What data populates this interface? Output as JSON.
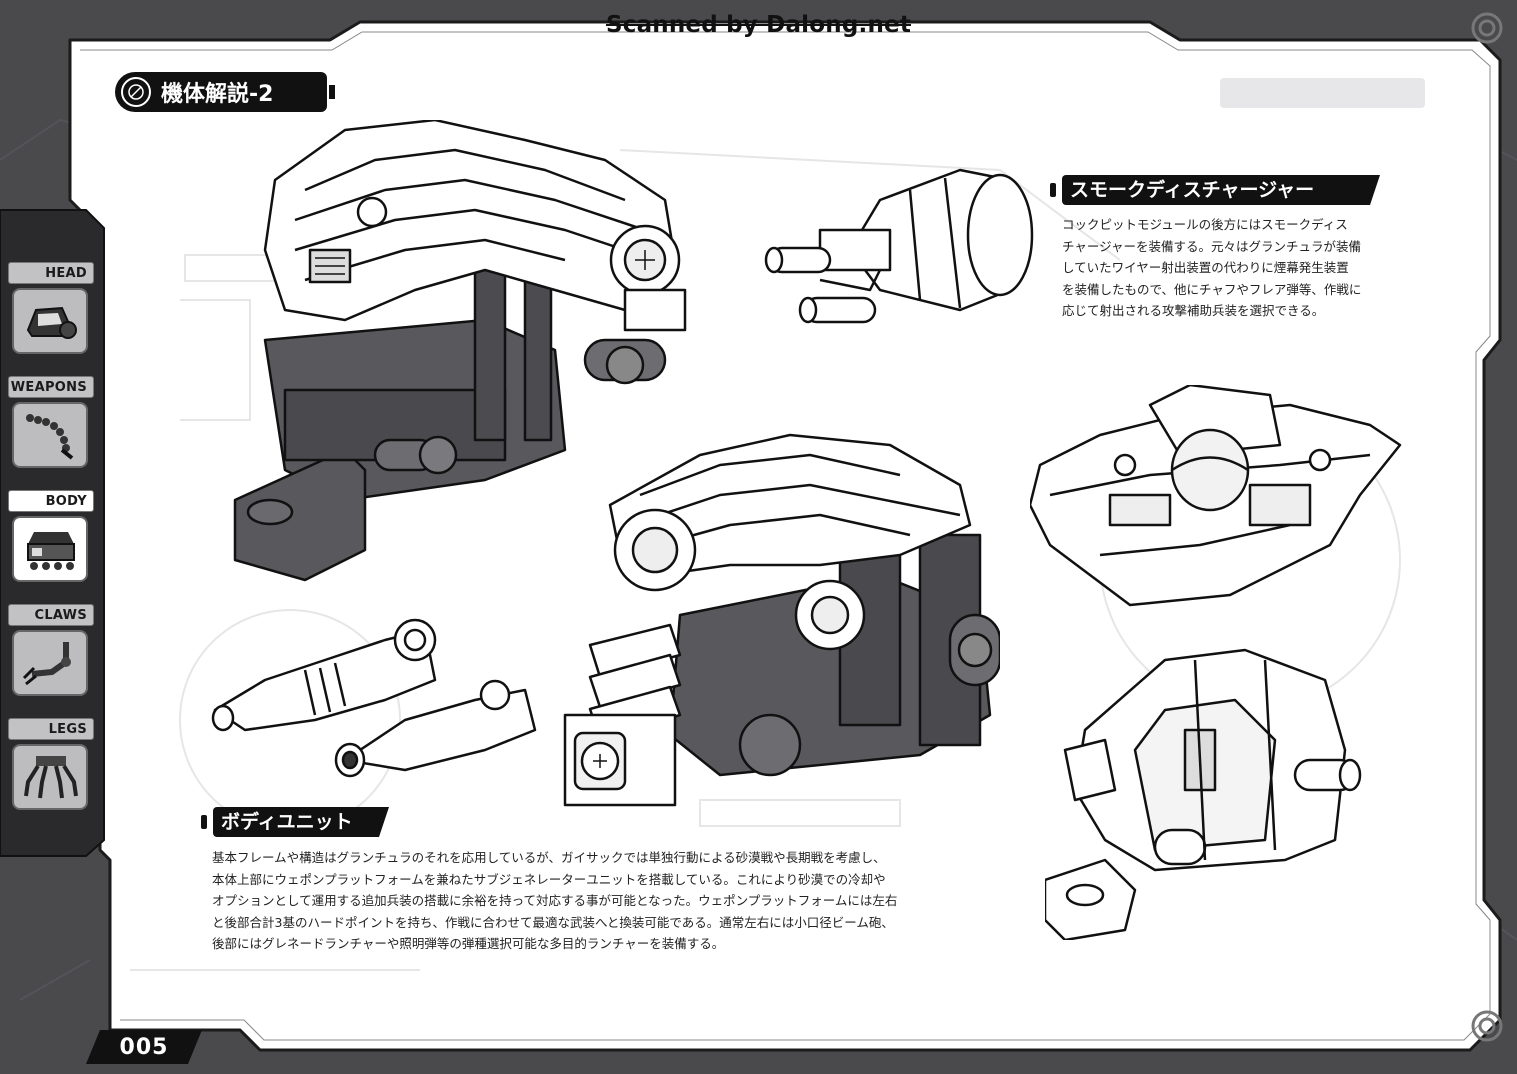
{
  "watermark": "Scanned by Dalong.net",
  "page": {
    "title": "機体解説-2",
    "number": "005"
  },
  "nav_tabs": [
    {
      "label": "HEAD",
      "icon": "head-icon",
      "active": false
    },
    {
      "label": "WEAPONS",
      "icon": "weapons-icon",
      "active": false
    },
    {
      "label": "BODY",
      "icon": "body-icon",
      "active": true
    },
    {
      "label": "CLAWS",
      "icon": "claws-icon",
      "active": false
    },
    {
      "label": "LEGS",
      "icon": "legs-icon",
      "active": false
    }
  ],
  "smoke_section": {
    "heading": "スモークディスチャージャー",
    "lines": [
      "コックピットモジュールの後方にはスモークディス",
      "チャージャーを装備する。元々はグランチュラが装備",
      "していたワイヤー射出装置の代わりに煙幕発生装置",
      "を装備したもので、他にチャフやフレア弾等、作戦に",
      "応じて射出される攻撃補助兵装を選択できる。"
    ]
  },
  "body_section": {
    "heading": "ボディユニット",
    "lines": [
      "基本フレームや構造はグランチュラのそれを応用しているが、ガイサックでは単独行動による砂漠戦や長期戦を考慮し、",
      "本体上部にウェポンプラットフォームを兼ねたサブジェネレーターユニットを搭載している。これにより砂漠での冷却や",
      "オプションとして運用する追加兵装の搭載に余裕を持って対応する事が可能となった。ウェポンプラットフォームには左右",
      "と後部合計3基のハードポイントを持ち、作戦に合わせて最適な武装へと換装可能である。通常左右には小口径ビーム砲、",
      "後部にはグレネードランチャーや照明弾等の弾種選択可能な多目的ランチャーを装備する。"
    ]
  },
  "colors": {
    "frame": "#4a4a4d",
    "page": "#ffffff",
    "plate": "#111111",
    "tab_inactive": "#c2c2c5"
  }
}
